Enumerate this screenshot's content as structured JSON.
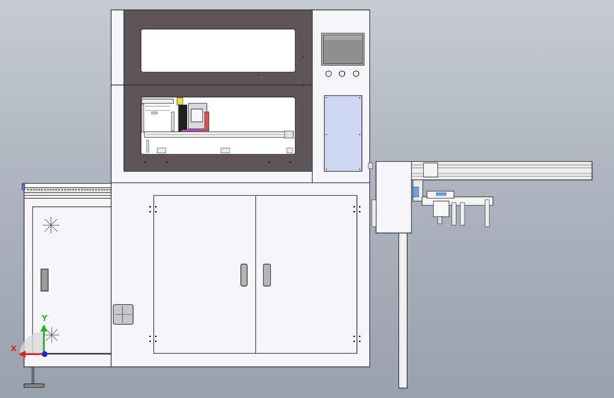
{
  "scene": {
    "type": "cad-viewport",
    "background_top": "#c6cbd3",
    "background_bottom": "#98a1ae",
    "machine_color": "#f4f4f8",
    "window_frame_color": "#5d5558",
    "hmi_screen_color": "#8f8f90",
    "access_panel_color": "#cfd8f2",
    "conveyor_color": "#eeeeee"
  },
  "triad": {
    "x_label": "X",
    "y_label": "Y",
    "x_color": "#e0231e",
    "y_color": "#24b324",
    "z_color": "#2323d8"
  },
  "hmi": {
    "buttons": [
      "button-1",
      "button-2",
      "button-3"
    ]
  }
}
